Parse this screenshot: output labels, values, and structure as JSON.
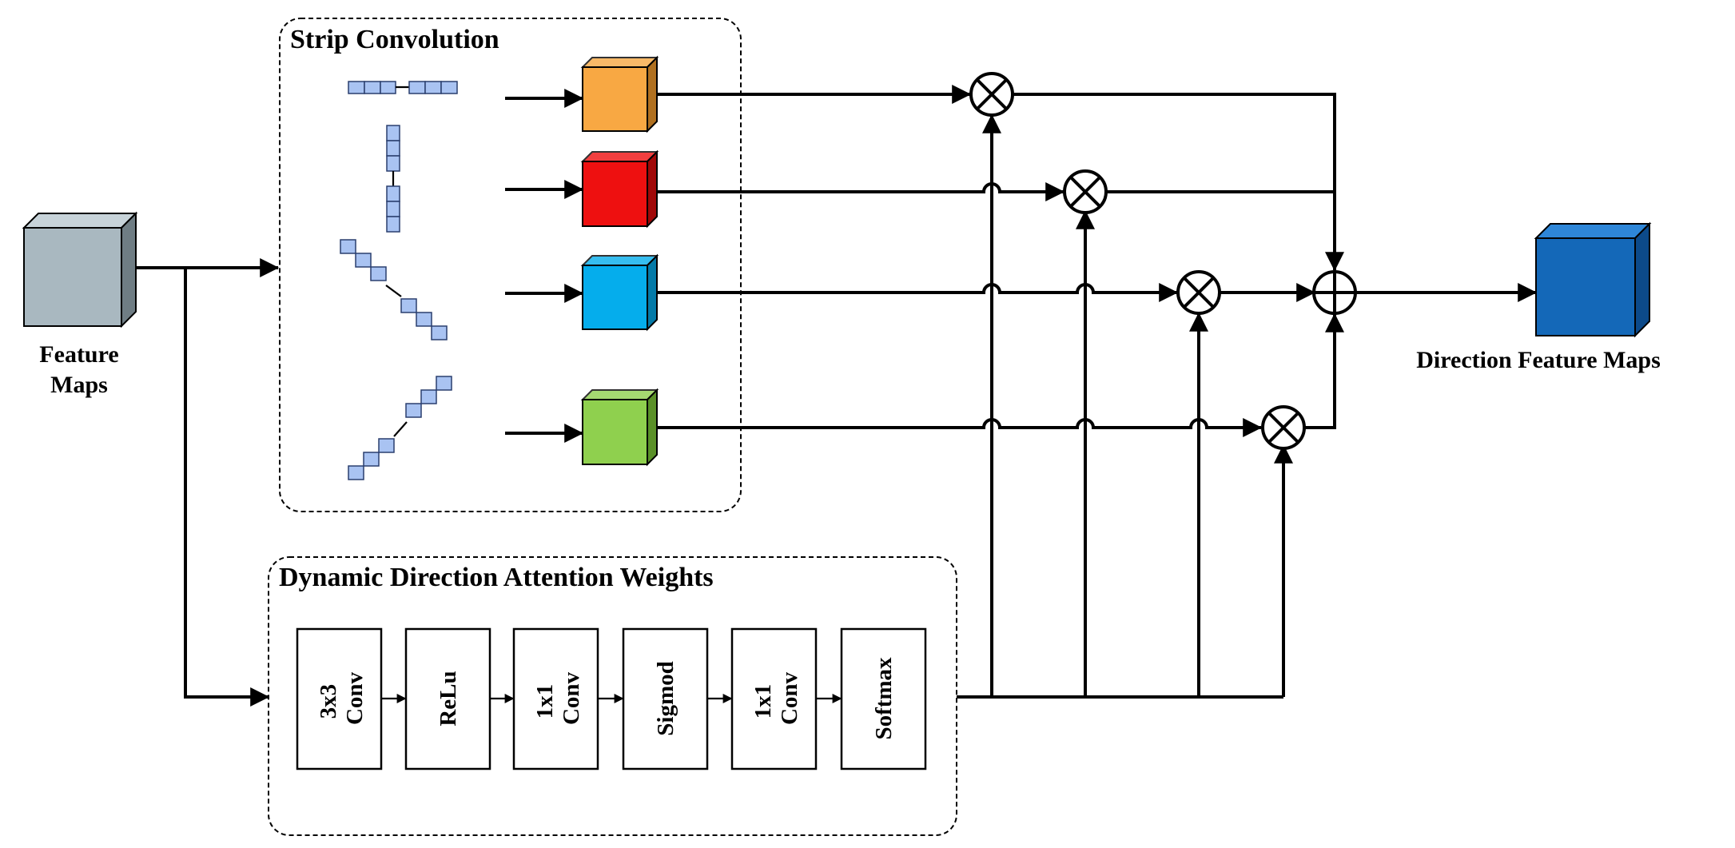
{
  "input": {
    "label_line1": "Feature",
    "label_line2": "Maps",
    "color": "#a9b8c0"
  },
  "output": {
    "label": "Direction Feature Maps",
    "color": "#1468b8"
  },
  "strip_group": {
    "title": "Strip Convolution"
  },
  "strip_branches": [
    {
      "name": "horizontal",
      "color": "#f8a843"
    },
    {
      "name": "vertical",
      "color": "#ee1010"
    },
    {
      "name": "diagonal-down",
      "color": "#05adec"
    },
    {
      "name": "diagonal-up",
      "color": "#8fd04e"
    }
  ],
  "attention_group": {
    "title": "Dynamic Direction Attention Weights"
  },
  "attention_blocks": [
    {
      "line1": "3x3",
      "line2": "Conv"
    },
    {
      "line1": "ReLu",
      "line2": ""
    },
    {
      "line1": "1x1",
      "line2": "Conv"
    },
    {
      "line1": "Sigmod",
      "line2": ""
    },
    {
      "line1": "1x1",
      "line2": "Conv"
    },
    {
      "line1": "Softmax",
      "line2": ""
    }
  ]
}
